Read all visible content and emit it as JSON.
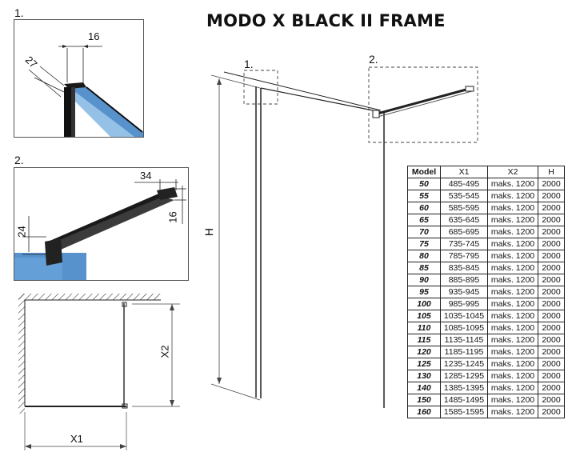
{
  "title": "MODO X BLACK II FRAME",
  "details": {
    "d1": {
      "number": "1.",
      "dim_width": "16",
      "dim_depth": "27"
    },
    "d2": {
      "number": "2.",
      "dim_width": "34",
      "dim_left": "24",
      "dim_right": "16"
    }
  },
  "main": {
    "callout1": "1.",
    "callout2": "2.",
    "height_label": "H"
  },
  "plan": {
    "x1_label": "X1",
    "x2_label": "X2"
  },
  "table": {
    "headers": [
      "Model",
      "X1",
      "X2",
      "H"
    ],
    "rows": [
      [
        "50",
        "485-495",
        "maks. 1200",
        "2000"
      ],
      [
        "55",
        "535-545",
        "maks. 1200",
        "2000"
      ],
      [
        "60",
        "585-595",
        "maks. 1200",
        "2000"
      ],
      [
        "65",
        "635-645",
        "maks. 1200",
        "2000"
      ],
      [
        "70",
        "685-695",
        "maks. 1200",
        "2000"
      ],
      [
        "75",
        "735-745",
        "maks. 1200",
        "2000"
      ],
      [
        "80",
        "785-795",
        "maks. 1200",
        "2000"
      ],
      [
        "85",
        "835-845",
        "maks. 1200",
        "2000"
      ],
      [
        "90",
        "885-895",
        "maks. 1200",
        "2000"
      ],
      [
        "95",
        "935-945",
        "maks. 1200",
        "2000"
      ],
      [
        "100",
        "985-995",
        "maks. 1200",
        "2000"
      ],
      [
        "105",
        "1035-1045",
        "maks. 1200",
        "2000"
      ],
      [
        "110",
        "1085-1095",
        "maks. 1200",
        "2000"
      ],
      [
        "115",
        "1135-1145",
        "maks. 1200",
        "2000"
      ],
      [
        "120",
        "1185-1195",
        "maks. 1200",
        "2000"
      ],
      [
        "125",
        "1235-1245",
        "maks. 1200",
        "2000"
      ],
      [
        "130",
        "1285-1295",
        "maks. 1200",
        "2000"
      ],
      [
        "140",
        "1385-1395",
        "maks. 1200",
        "2000"
      ],
      [
        "150",
        "1485-1495",
        "maks. 1200",
        "2000"
      ],
      [
        "160",
        "1585-1595",
        "maks. 1200",
        "2000"
      ]
    ]
  }
}
